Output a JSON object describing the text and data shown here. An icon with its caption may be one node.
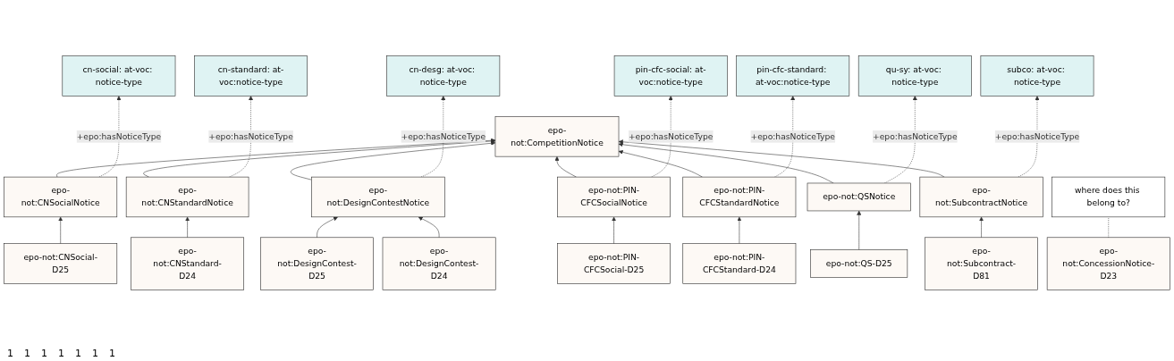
{
  "diagram": {
    "nodes": [
      {
        "text": [
          "cn-social: at-voc: notice-type"
        ]
      },
      {
        "text": [
          "cn-standard: at-voc:notice-type"
        ]
      },
      {
        "text": [
          "cn-desg: at-voc: notice-type"
        ]
      },
      {
        "text": [
          "pin-cfc-social: at-voc:notice-type"
        ]
      },
      {
        "text": [
          "pin-cfc-standard: at-voc:notice-type"
        ]
      },
      {
        "text": [
          "qu-sy: at-voc: notice-type"
        ]
      },
      {
        "text": [
          "subco: at-voc: notice-type"
        ]
      },
      {
        "text": [
          "epo-not:CompetitionNotice"
        ]
      },
      {
        "text": [
          "epo-not:CNSocialNotice"
        ]
      },
      {
        "text": [
          "epo-not:CNStandardNotice"
        ]
      },
      {
        "text": [
          "epo-not:DesignContestNotice"
        ]
      },
      {
        "text": [
          "epo-not:PIN-CFCSocialNotice"
        ]
      },
      {
        "text": [
          "epo-not:PIN-CFCStandardNotice"
        ]
      },
      {
        "text": [
          "epo-not:QSNotice"
        ]
      },
      {
        "text": [
          "epo-not:SubcontractNotice"
        ]
      },
      {
        "text": [
          "epo-not:CNSocial-D25"
        ]
      },
      {
        "text": [
          "epo-not:CNStandard-D24"
        ]
      },
      {
        "text": [
          "epo-not:DesignContest-D25"
        ]
      },
      {
        "text": [
          "epo-not:DesignContest-D24"
        ]
      },
      {
        "text": [
          "epo-not:PIN-CFCSocial-D25"
        ]
      },
      {
        "text": [
          "epo-not:PIN-CFCStandard-D24"
        ]
      },
      {
        "text": [
          "epo-not:QS-D25"
        ]
      },
      {
        "text": [
          "epo-not:Subcontract-D81"
        ]
      },
      {
        "text": [
          "epo-not:ConcessionNotice-D23"
        ]
      },
      {
        "text": [
          "where does this belong to?"
        ]
      }
    ],
    "edges": [
      {
        "from": 8,
        "to": 7,
        "arrow": "to"
      },
      {
        "from": 9,
        "to": 7,
        "arrow": "to"
      },
      {
        "from": 10,
        "to": 7,
        "arrow": "to"
      },
      {
        "from": 11,
        "to": 7,
        "arrow": "to"
      },
      {
        "from": 12,
        "to": 7,
        "arrow": "to"
      },
      {
        "from": 13,
        "to": 7,
        "arrow": "to"
      },
      {
        "from": 14,
        "to": 7,
        "arrow": "to"
      },
      {
        "from": 15,
        "to": 8,
        "arrow": "to"
      },
      {
        "from": 16,
        "to": 9,
        "arrow": "to"
      },
      {
        "from": 17,
        "to": 10,
        "arrow": "to"
      },
      {
        "from": 18,
        "to": 10,
        "arrow": "to"
      },
      {
        "from": 19,
        "to": 11,
        "arrow": "to"
      },
      {
        "from": 20,
        "to": 12,
        "arrow": "to"
      },
      {
        "from": 21,
        "to": 13,
        "arrow": "to"
      },
      {
        "from": 22,
        "to": 14,
        "arrow": "to"
      },
      {
        "from": 8,
        "to": 0,
        "arrow": "to",
        "label": "+epo:hasNoticeType",
        "style": "dashed"
      },
      {
        "from": 9,
        "to": 1,
        "arrow": "to",
        "label": "+epo:hasNoticeType",
        "style": "dashed"
      },
      {
        "from": 10,
        "to": 2,
        "arrow": "to",
        "label": "+epo:hasNoticeType",
        "style": "dashed"
      },
      {
        "from": 11,
        "to": 3,
        "arrow": "to",
        "label": "+epo:hasNoticeType",
        "style": "dashed"
      },
      {
        "from": 12,
        "to": 4,
        "arrow": "to",
        "label": "+epo:hasNoticeType",
        "style": "dashed"
      },
      {
        "from": 13,
        "to": 5,
        "arrow": "to",
        "label": "+epo:hasNoticeType",
        "style": "dashed"
      },
      {
        "from": 14,
        "to": 6,
        "arrow": "to",
        "label": "+epo:hasNoticeType",
        "style": "dashed"
      },
      {
        "from": 23,
        "to": 24,
        "arrow": "none",
        "style": "dashed"
      }
    ],
    "labels": [
      "1",
      "1",
      "1",
      "1",
      "1",
      "1",
      "1"
    ]
  }
}
